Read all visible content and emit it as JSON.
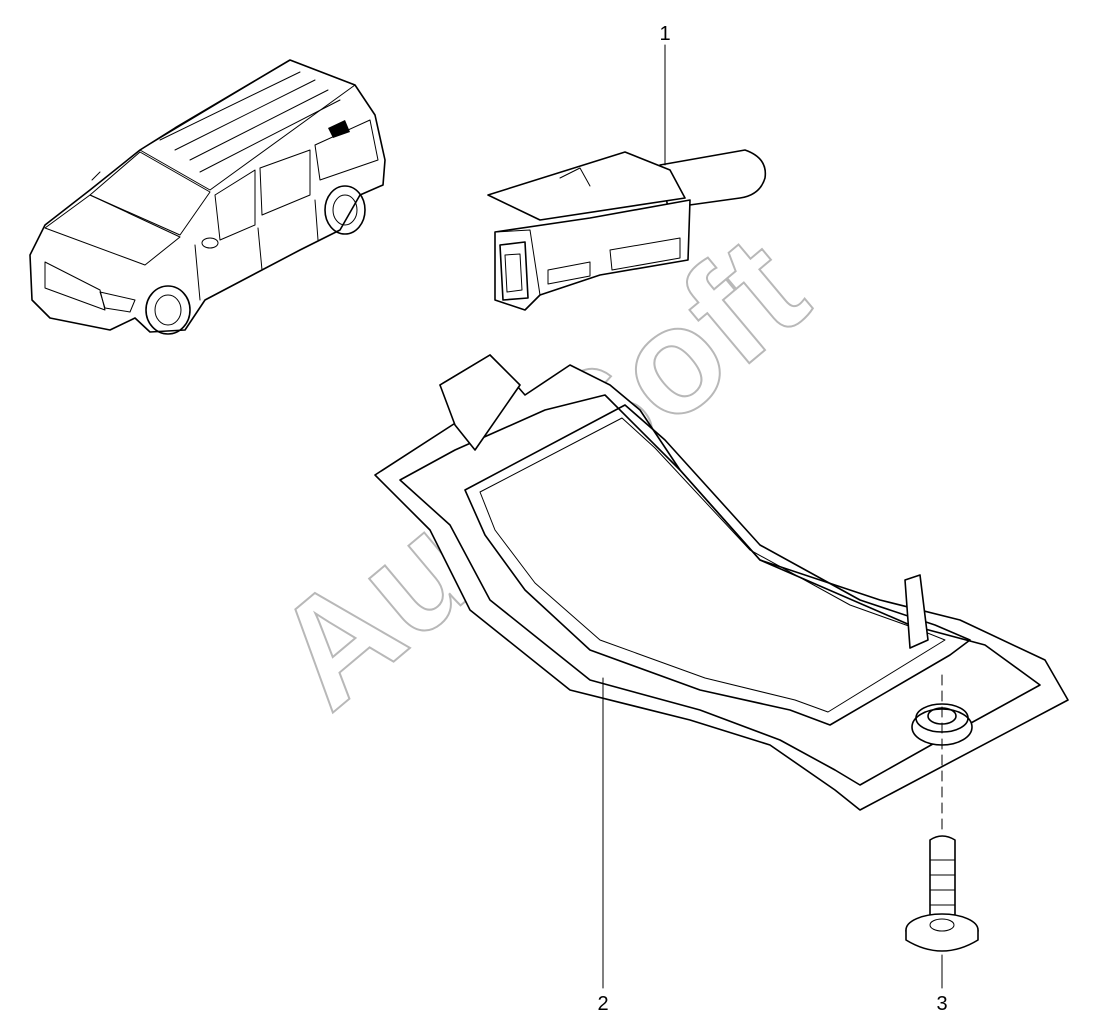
{
  "watermark": "AutoSoft",
  "callouts": {
    "part1": "1",
    "part2": "2",
    "part3": "3"
  },
  "parts": [
    {
      "id": "part1",
      "name": "bulb-connector"
    },
    {
      "id": "part2",
      "name": "licence-plate-lamp-housing"
    },
    {
      "id": "part3",
      "name": "screw"
    }
  ],
  "colors": {
    "line": "#000000",
    "watermark": "#b8b8b8",
    "background": "#ffffff"
  }
}
